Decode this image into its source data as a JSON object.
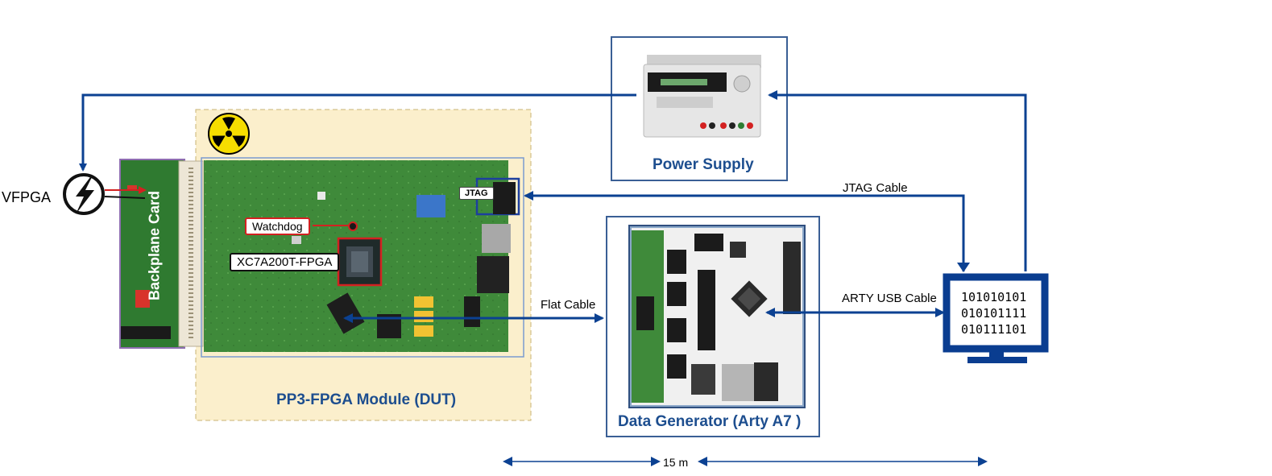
{
  "labels": {
    "vfpga": "VFPGA",
    "backplane_card": "Backplane Card",
    "watchdog": "Watchdog",
    "fpga_chip": "XC7A200T-FPGA",
    "jtag": "JTAG",
    "module_title": "PP3-FPGA Module (DUT)",
    "power_supply": "Power Supply",
    "jtag_cable": "JTAG Cable",
    "flat_cable": "Flat Cable",
    "arty_usb_cable": "ARTY USB Cable",
    "data_generator": "Data Generator (Arty A7 )",
    "distance": "15 m"
  },
  "computer_screen": {
    "lines": [
      "101010101",
      "010101111",
      "010111101"
    ]
  },
  "colors": {
    "arrow_blue": "#0b4192",
    "title_blue": "#1d4e8f",
    "dut_zone_fill": "#fbefcc",
    "pcb_green": "#3f8a3a",
    "highlight_red": "#d32121",
    "radiation_yellow": "#f6dd00"
  },
  "icons": [
    "radiation-icon",
    "lightning-icon",
    "monitor-icon"
  ]
}
